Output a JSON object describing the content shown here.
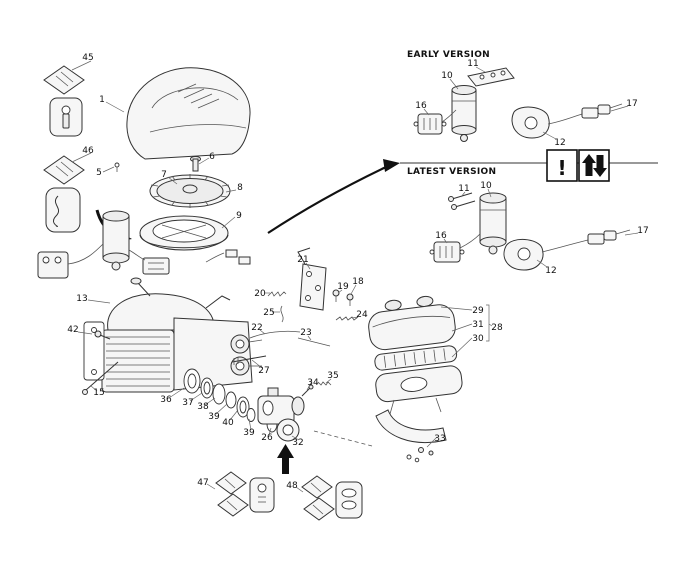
{
  "diagram": {
    "background": "#ffffff",
    "line_color": "#333333",
    "early_version_label": "EARLY VERSION",
    "latest_version_label": "LATEST VERSION",
    "warning_symbol": "!"
  },
  "callouts": {
    "top_left": [
      "45",
      "1",
      "46",
      "5",
      "6",
      "7",
      "8",
      "9"
    ],
    "early_version": [
      "10",
      "11",
      "16",
      "12",
      "17"
    ],
    "latest_version": [
      "11",
      "10",
      "16",
      "12",
      "17"
    ],
    "linkage": [
      "21",
      "20",
      "19",
      "18",
      "25",
      "22",
      "23",
      "24"
    ],
    "engine": [
      "13",
      "42",
      "15",
      "36",
      "37",
      "38",
      "39",
      "40",
      "39",
      "26",
      "32",
      "27",
      "34",
      "35"
    ],
    "air_filter": [
      "29",
      "31",
      "28",
      "30",
      "33"
    ],
    "kits": [
      "47",
      "48"
    ]
  }
}
